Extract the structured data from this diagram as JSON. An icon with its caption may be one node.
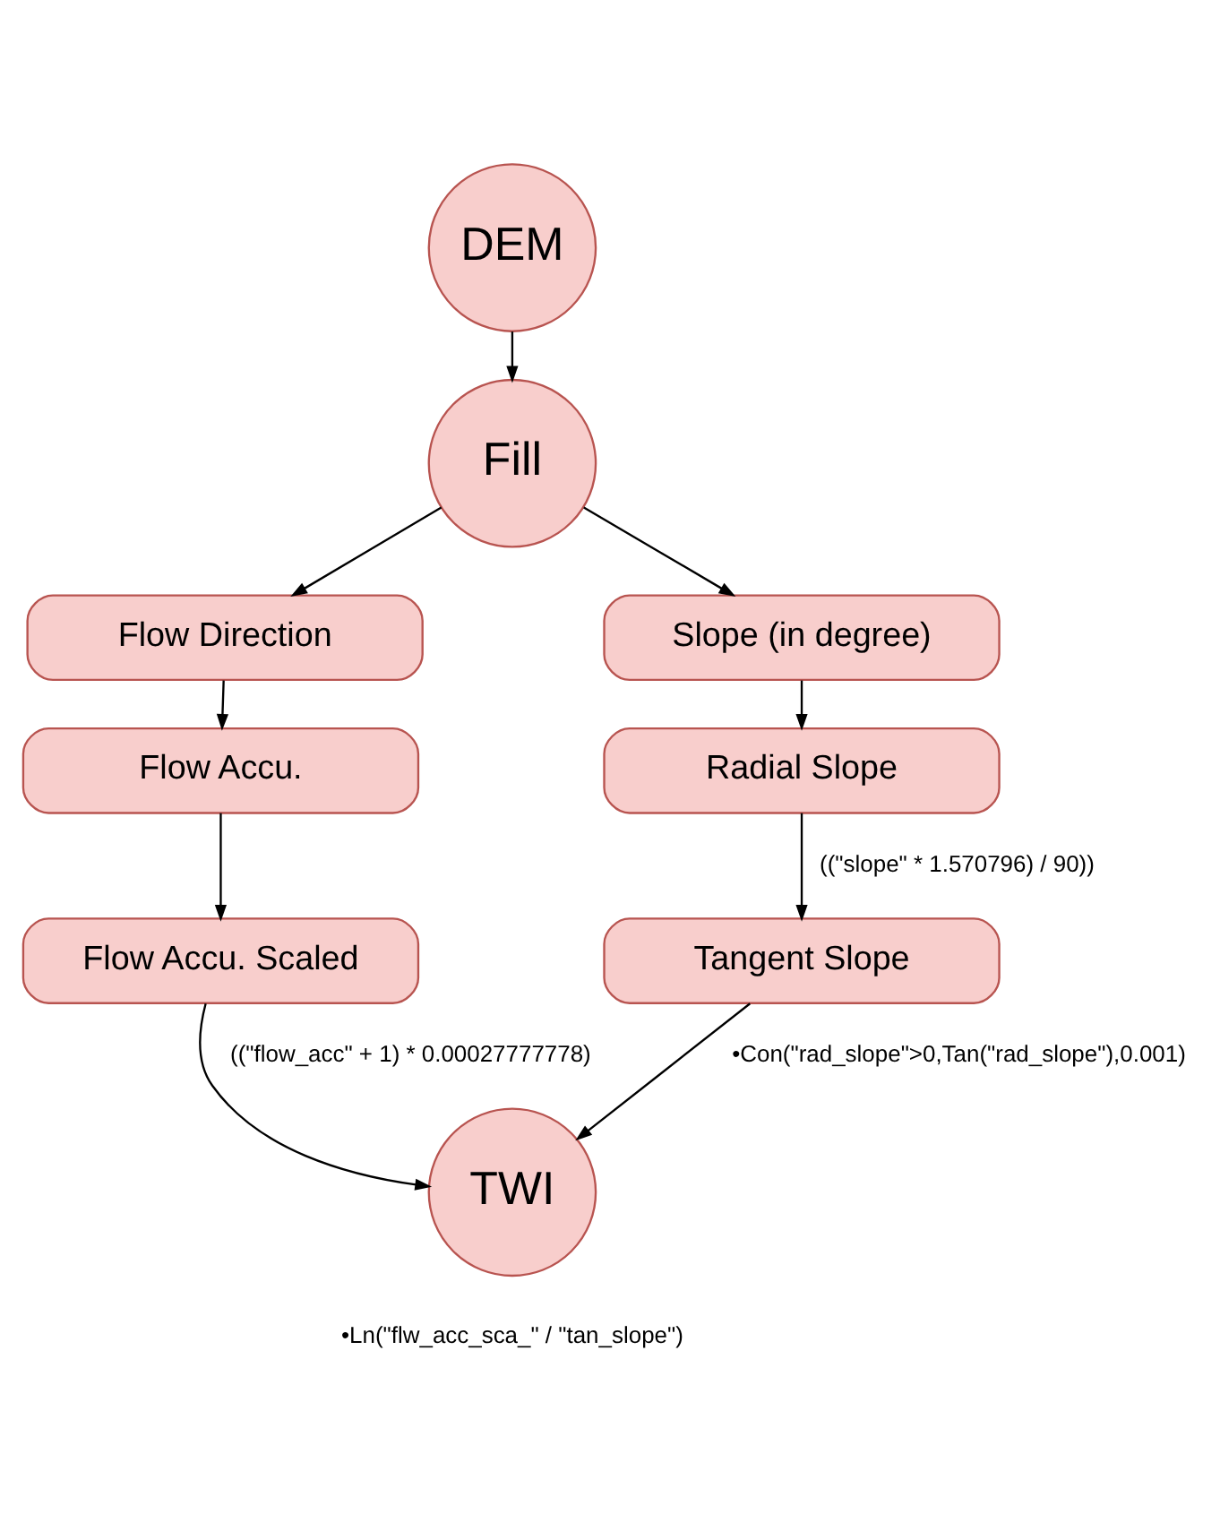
{
  "diagram": {
    "nodes": [
      {
        "text": [
          "DEM"
        ]
      },
      {
        "text": [
          "Fill"
        ]
      },
      {
        "text": [
          "Flow Direction"
        ]
      },
      {
        "text": [
          "Flow Accu."
        ]
      },
      {
        "text": [
          "Flow Accu. Scaled"
        ]
      },
      {
        "text": [
          "Slope (in degree)"
        ]
      },
      {
        "text": [
          "Radial Slope"
        ]
      },
      {
        "text": [
          "Tangent Slope"
        ]
      },
      {
        "text": [
          "TWI"
        ],
        "beside": [
          "•Ln(\"flw_acc_sca_\" / \"tan_slope\")"
        ]
      }
    ],
    "edges": [
      {
        "from": 0,
        "to": 1,
        "arrow": "to"
      },
      {
        "from": 1,
        "to": 2,
        "arrow": "to"
      },
      {
        "from": 1,
        "to": 5,
        "arrow": "to"
      },
      {
        "from": 2,
        "to": 3,
        "arrow": "to"
      },
      {
        "from": 3,
        "to": 4,
        "arrow": "to"
      },
      {
        "from": 5,
        "to": 6,
        "arrow": "to"
      },
      {
        "from": 6,
        "to": 7,
        "arrow": "to",
        "label": "((\"slope\" * 1.570796) / 90))"
      },
      {
        "from": 4,
        "to": 8,
        "arrow": "to",
        "label": "((\"flow_acc\" + 1) * 0.00027777778)"
      },
      {
        "from": 7,
        "to": 8,
        "arrow": "to",
        "label": "•Con(\"rad_slope\">0,Tan(\"rad_slope\"),0.001)"
      }
    ]
  }
}
